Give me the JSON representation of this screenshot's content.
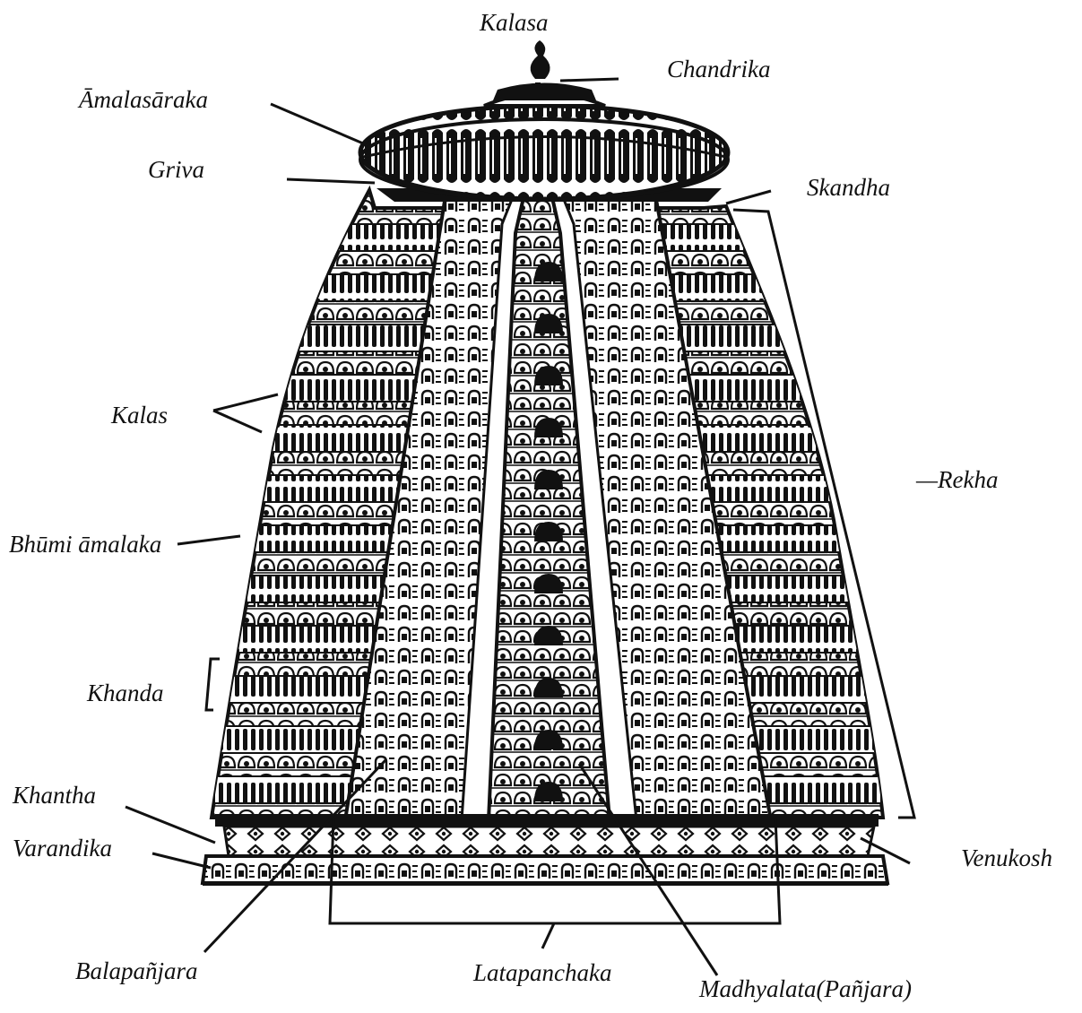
{
  "colors": {
    "ink": "#111111",
    "stone": "#1c1c1c",
    "paper": "#ffffff"
  },
  "labels": {
    "kalasa": "Kalasa",
    "chandrika": "Chandrika",
    "amalasaraka": "Āmalasāraka",
    "griva": "Griva",
    "skandha": "Skandha",
    "kalas": "Kalas",
    "rekha": "—Rekha",
    "bhumi_amalaka": "Bhūmi āmalaka",
    "khanda": "Khanda",
    "khantha": "Khantha",
    "varandika": "Varandika",
    "venukosh": "Venukosh",
    "balapanjara": "Balapañjara",
    "latapanchaka": "Latapanchaka",
    "madhyalata": "Madhyalata(Pañjara)"
  }
}
